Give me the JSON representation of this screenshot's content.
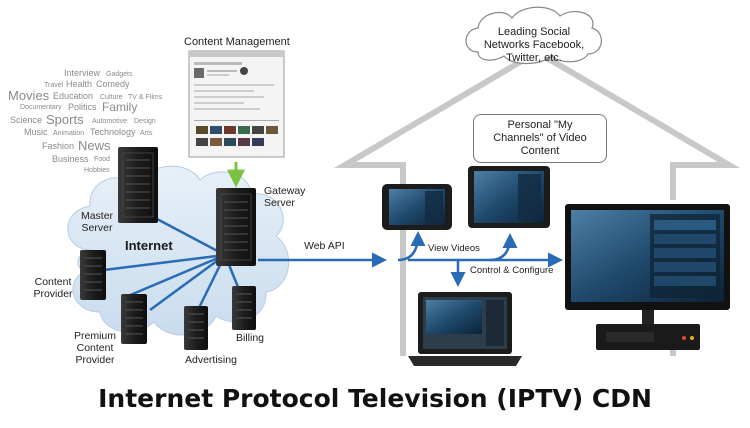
{
  "title": "Internet Protocol Television (IPTV) CDN",
  "labels": {
    "content_management": "Content Management",
    "gateway_server": "Gateway Server",
    "master_server": "Master Server",
    "internet": "Internet",
    "content_provider": "Content Provider",
    "premium_content_provider": "Premium Content Provider",
    "advertising": "Advertising",
    "billing": "Billing",
    "web_api": "Web API",
    "view_videos": "View Videos",
    "control_configure": "Control & Configure",
    "social_networks": "Leading Social Networks Facebook, Twitter, etc.",
    "my_channels": "Personal \"My Channels\" of Video Content"
  },
  "tag_cloud": [
    {
      "text": "Interview"
    },
    {
      "text": "Gadgets"
    },
    {
      "text": "Travel"
    },
    {
      "text": "Health"
    },
    {
      "text": "Comedy"
    },
    {
      "text": "Movies"
    },
    {
      "text": "Education"
    },
    {
      "text": "Culture"
    },
    {
      "text": "TV & Films"
    },
    {
      "text": "Documentary"
    },
    {
      "text": "Politics"
    },
    {
      "text": "Family"
    },
    {
      "text": "Science"
    },
    {
      "text": "Sports"
    },
    {
      "text": "Automotive"
    },
    {
      "text": "Design"
    },
    {
      "text": "Music"
    },
    {
      "text": "Animation"
    },
    {
      "text": "Technology"
    },
    {
      "text": "Arts"
    },
    {
      "text": "Fashion"
    },
    {
      "text": "News"
    },
    {
      "text": "Business"
    },
    {
      "text": "Food"
    },
    {
      "text": "Hobbies"
    }
  ],
  "colors": {
    "link": "#2a6bb5",
    "arrow_green": "#7cc242",
    "cloud_fill": "#d9e7f3",
    "house_line": "#c8c8c8",
    "server": "#262626",
    "text": "#222222"
  }
}
